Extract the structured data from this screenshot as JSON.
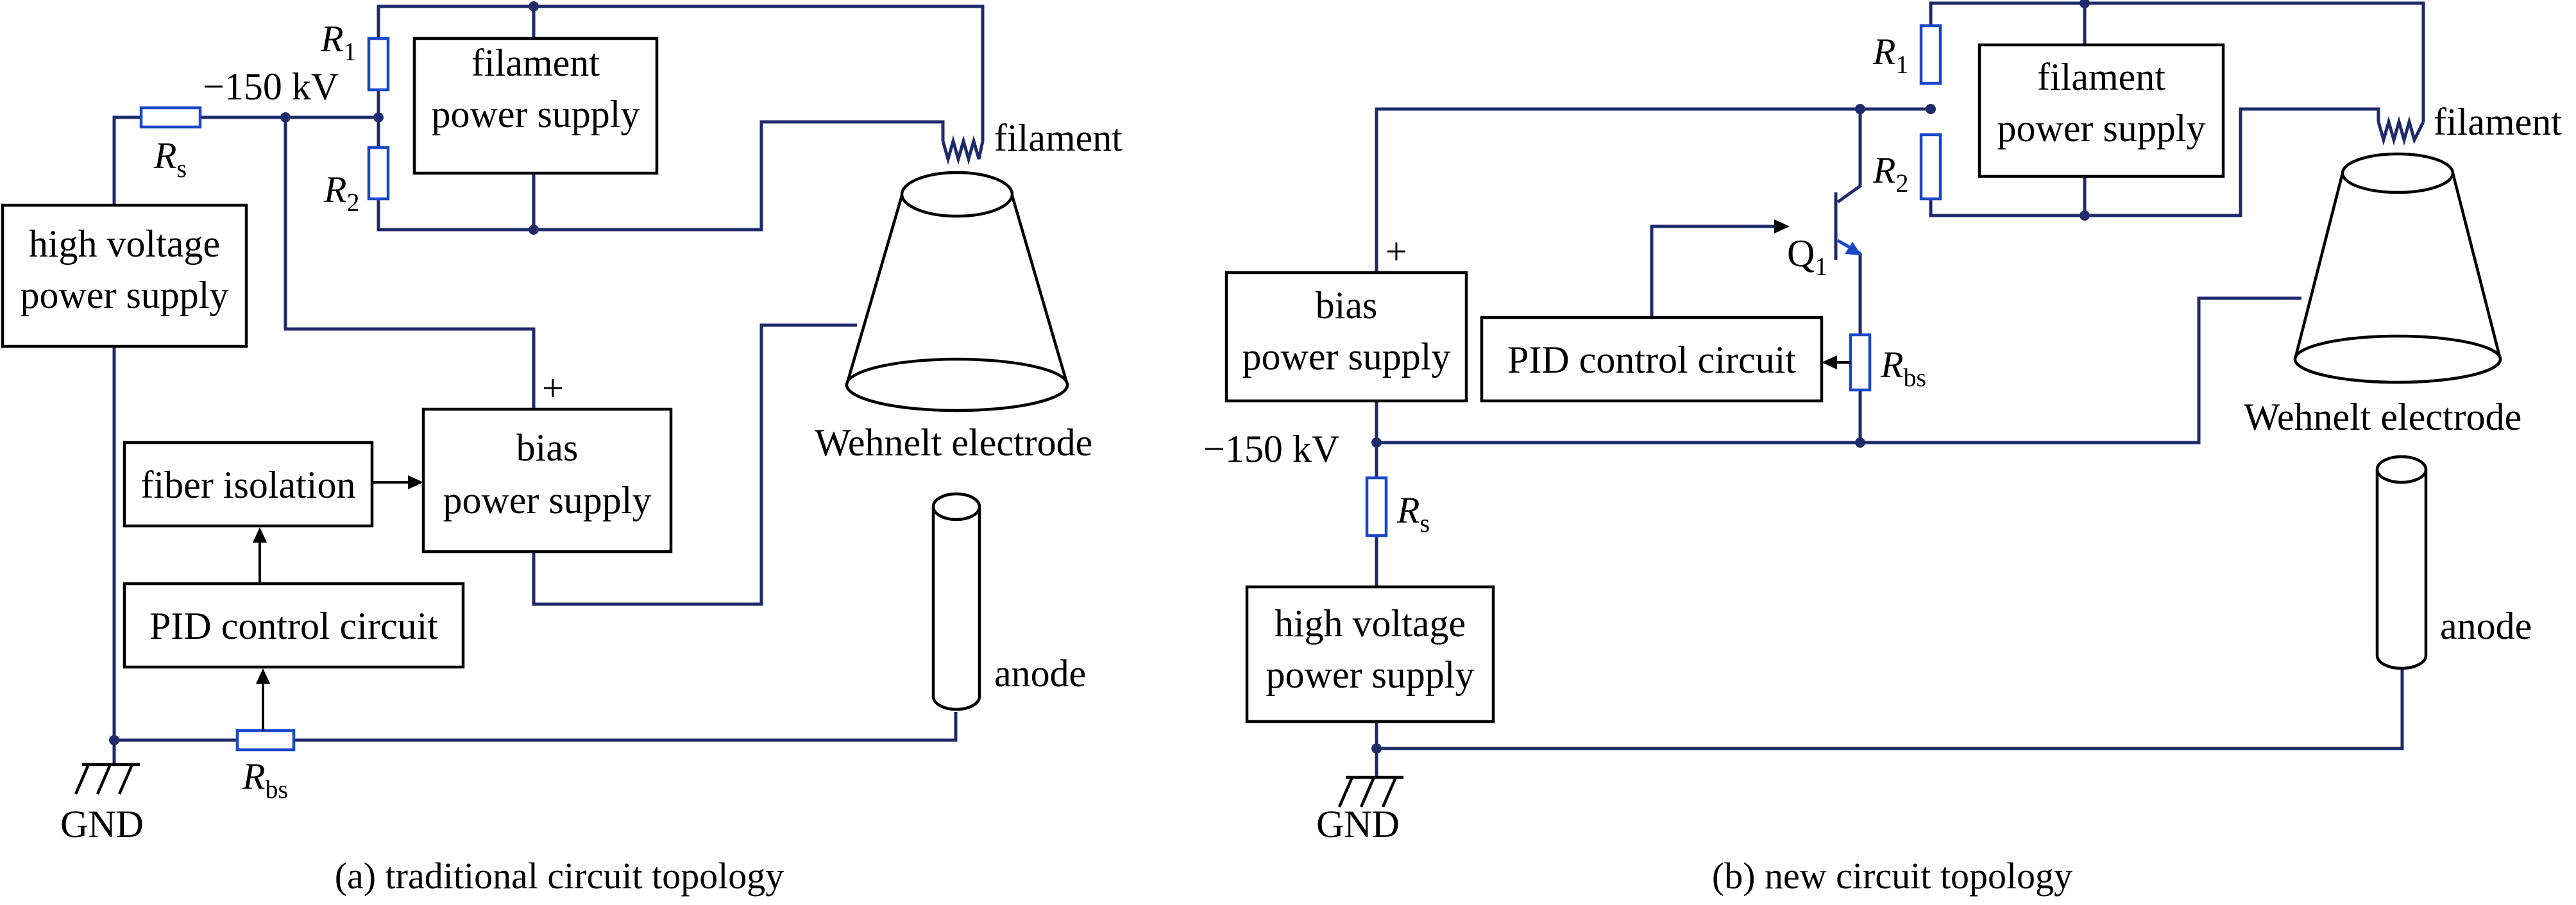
{
  "colors": {
    "wire": "#1f2a6b",
    "resistor": "#1a46c8",
    "outline": "#000000"
  },
  "panel_a": {
    "caption": "(a) traditional circuit topology",
    "voltage": "−150 kV",
    "gnd": "GND",
    "filament_label": "filament",
    "wehnelt_label": "Wehnelt electrode",
    "anode_label": "anode",
    "plus_sign": "+",
    "boxes": {
      "filament_power_supply": [
        "filament",
        "power supply"
      ],
      "high_voltage_power_supply": [
        "high voltage",
        "power supply"
      ],
      "bias_power_supply": [
        "bias",
        "power supply"
      ],
      "fiber_isolation": [
        "fiber isolation"
      ],
      "pid_control_circuit": [
        "PID control circuit"
      ]
    },
    "resistors": {
      "r1": {
        "letter": "R",
        "sub": "1"
      },
      "r2": {
        "letter": "R",
        "sub": "2"
      },
      "rs": {
        "letter": "R",
        "sub": "s"
      },
      "rbs": {
        "letter": "R",
        "sub": "bs"
      }
    }
  },
  "panel_b": {
    "caption": "(b) new circuit topology",
    "voltage": "−150 kV",
    "gnd": "GND",
    "filament_label": "filament",
    "wehnelt_label": "Wehnelt electrode",
    "anode_label": "anode",
    "plus_sign": "+",
    "transistor": {
      "letter": "Q",
      "sub": "1"
    },
    "boxes": {
      "filament_power_supply": [
        "filament",
        "power supply"
      ],
      "bias_power_supply": [
        "bias",
        "power supply"
      ],
      "pid_control_circuit": [
        "PID control circuit"
      ],
      "high_voltage_power_supply": [
        "high voltage",
        "power supply"
      ]
    },
    "resistors": {
      "r1": {
        "letter": "R",
        "sub": "1"
      },
      "r2": {
        "letter": "R",
        "sub": "2"
      },
      "rs": {
        "letter": "R",
        "sub": "s"
      },
      "rbs": {
        "letter": "R",
        "sub": "bs"
      }
    }
  }
}
